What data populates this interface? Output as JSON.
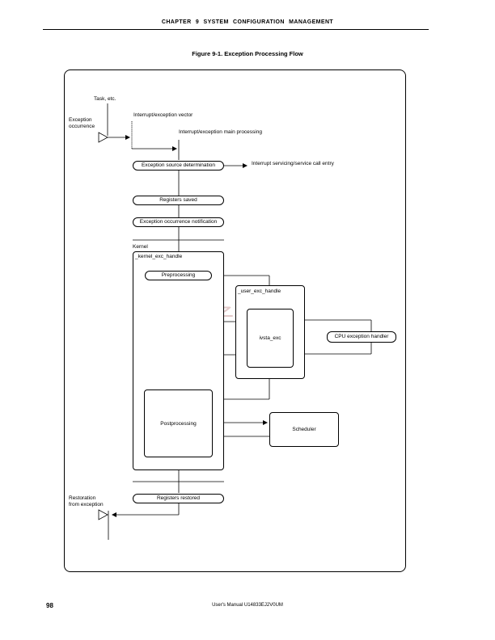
{
  "header": {
    "chapter": "CHAPTER  9   SYSTEM  CONFIGURATION  MANAGEMENT"
  },
  "figure": {
    "title": "Figure 9-1.  Exception Processing Flow",
    "labels": {
      "task_etc": "Task, etc.",
      "exception_occurrence_1": "Exception",
      "exception_occurrence_2": "occurrence",
      "interrupt_exception_vector": "Interrupt/exception vector",
      "interrupt_exception_main": "Interrupt/exception main processing",
      "interrupt_servicing_entry": "Interrupt servicing/service call entry",
      "kernel": "Kernel",
      "kernel_exc_handle": "_kernel_exc_handle",
      "user_exc_handle": "_user_exc_handle",
      "restoration_1": "Restoration",
      "restoration_2": "from exception"
    },
    "steps": {
      "exception_source_determination": "Exception source determination",
      "registers_saved": "Registers saved",
      "exception_occurrence_notification": "Exception occurrence notification",
      "preprocessing": "Preprocessing",
      "ivsta_exc": "ivsta_exc",
      "cpu_exception_handler": "CPU exception handler",
      "postprocessing": "Postprocessing",
      "scheduler": "Scheduler",
      "registers_restored": "Registers restored"
    }
  },
  "watermark": {
    "text": "维库电子市场网"
  },
  "footer": {
    "page_number": "98",
    "manual": "User's Manual  U14833EJ2V0UM"
  }
}
